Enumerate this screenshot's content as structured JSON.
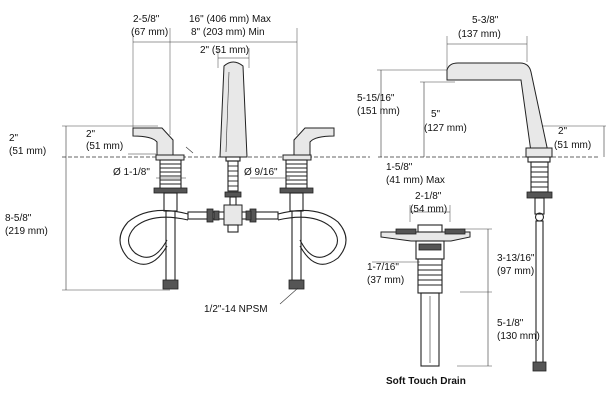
{
  "labels": {
    "spout_offset_in": "2-5/8\"",
    "spout_offset_mm": "(67 mm)",
    "spread_max": "16\" (406 mm) Max",
    "spread_min": "8\" (203 mm) Min",
    "spout_width": "2\" (51 mm)",
    "handle_height_in": "2\"",
    "handle_height_mm": "(51 mm)",
    "base_height_in": "2\"",
    "base_height_mm": "(51 mm)",
    "handle_hole": "Ø 1-1/8\"",
    "spout_hole": "Ø 9/16\"",
    "below_deck_in": "8-5/8\"",
    "below_deck_mm": "(219 mm)",
    "thread": "1/2\"-14 NPSM",
    "deck_max_in": "1-5/8\"",
    "deck_max_mm": "(41 mm) Max",
    "reach_in": "5-3/8\"",
    "reach_mm": "(137 mm)",
    "spout_height_in": "5-15/16\"",
    "spout_height_mm": "(151 mm)",
    "outlet_height_in": "5\"",
    "outlet_height_mm": "(127 mm)",
    "side_base_in": "2\"",
    "side_base_mm": "(51 mm)",
    "drain_flange_in": "2-1/8\"",
    "drain_flange_mm": "(54 mm)",
    "drain_body_in": "1-7/16\"",
    "drain_body_mm": "(37 mm)",
    "drain_top_in": "3-13/16\"",
    "drain_top_mm": "(97 mm)",
    "drain_tail_in": "5-1/8\"",
    "drain_tail_mm": "(130 mm)",
    "drain_caption": "Soft Touch Drain"
  }
}
